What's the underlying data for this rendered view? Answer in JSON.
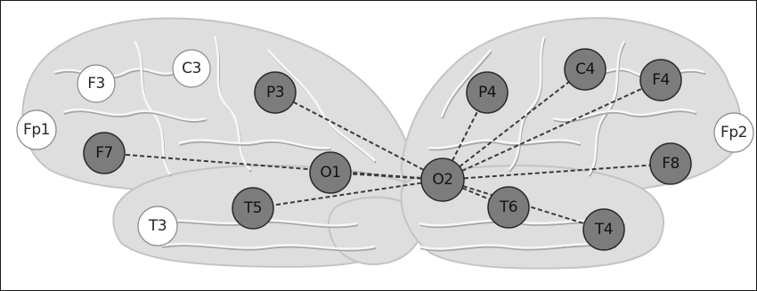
{
  "colors": {
    "brain_fill": "#dedede",
    "brain_shade": "#c4c4c4",
    "gyrus_line": "#f7f7f7",
    "sulcus_line": "#a6a6a6",
    "active_electrode": "#7c7c7c",
    "inactive_electrode": "#ffffff",
    "connection_line": "#3a3a3a",
    "frame": "#1a1a1a"
  },
  "electrodes": [
    {
      "id": "F3",
      "label": "F3",
      "active": false
    },
    {
      "id": "C3",
      "label": "C3",
      "active": false
    },
    {
      "id": "Fp1",
      "label": "Fp1",
      "active": false
    },
    {
      "id": "T3",
      "label": "T3",
      "active": false
    },
    {
      "id": "P3",
      "label": "P3",
      "active": true
    },
    {
      "id": "F7",
      "label": "F7",
      "active": true
    },
    {
      "id": "O1",
      "label": "O1",
      "active": true
    },
    {
      "id": "T5",
      "label": "T5",
      "active": true
    },
    {
      "id": "P4",
      "label": "P4",
      "active": true
    },
    {
      "id": "C4",
      "label": "C4",
      "active": true
    },
    {
      "id": "F4",
      "label": "F4",
      "active": true
    },
    {
      "id": "Fp2",
      "label": "Fp2",
      "active": false
    },
    {
      "id": "F8",
      "label": "F8",
      "active": true
    },
    {
      "id": "O2",
      "label": "O2",
      "active": true
    },
    {
      "id": "T6",
      "label": "T6",
      "active": true
    },
    {
      "id": "T4",
      "label": "T4",
      "active": true
    }
  ],
  "connections": [
    {
      "from": "O2",
      "to": "P3"
    },
    {
      "from": "O2",
      "to": "F7"
    },
    {
      "from": "O2",
      "to": "O1"
    },
    {
      "from": "O2",
      "to": "T5"
    },
    {
      "from": "O2",
      "to": "P4"
    },
    {
      "from": "O2",
      "to": "C4"
    },
    {
      "from": "O2",
      "to": "F4"
    },
    {
      "from": "O2",
      "to": "F8"
    },
    {
      "from": "O2",
      "to": "T6"
    },
    {
      "from": "O2",
      "to": "T4"
    }
  ]
}
